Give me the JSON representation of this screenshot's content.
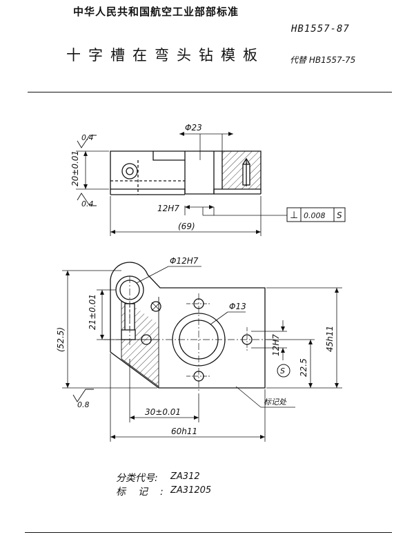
{
  "header": {
    "organization": "中华人民共和国航空工业部部标准",
    "standard_number": "HB1557-87",
    "title": "十字槽在弯头钻模板",
    "replaces": "代替 HB1557-75"
  },
  "top_view": {
    "diam_top": "Φ23",
    "height_dim": "20±0.01",
    "roughness_top": "0.4",
    "roughness_bottom": "0.4",
    "bore_fit": "12H7",
    "length_dim": "(69)",
    "tolerance_symbol": "⊥",
    "tolerance_value": "0.008",
    "datum": "S"
  },
  "plan_view": {
    "diam_pin_hole": "Φ12H7",
    "diam_bore": "Φ13",
    "dim_21": "21±0.01",
    "dim_52_5": "(52.5)",
    "dim_12h7": "12H7",
    "datum": "S",
    "dim_22_5": "22.5",
    "dim_45h11": "45h11",
    "roughness": "0.8",
    "mark_location": "标记处",
    "dim_30": "30±0.01",
    "dim_60h11": "60h11"
  },
  "info": {
    "classification_label": "分类代号:",
    "classification_value": "ZA312",
    "marking_label": "标记:",
    "marking_value": "ZA31205"
  }
}
